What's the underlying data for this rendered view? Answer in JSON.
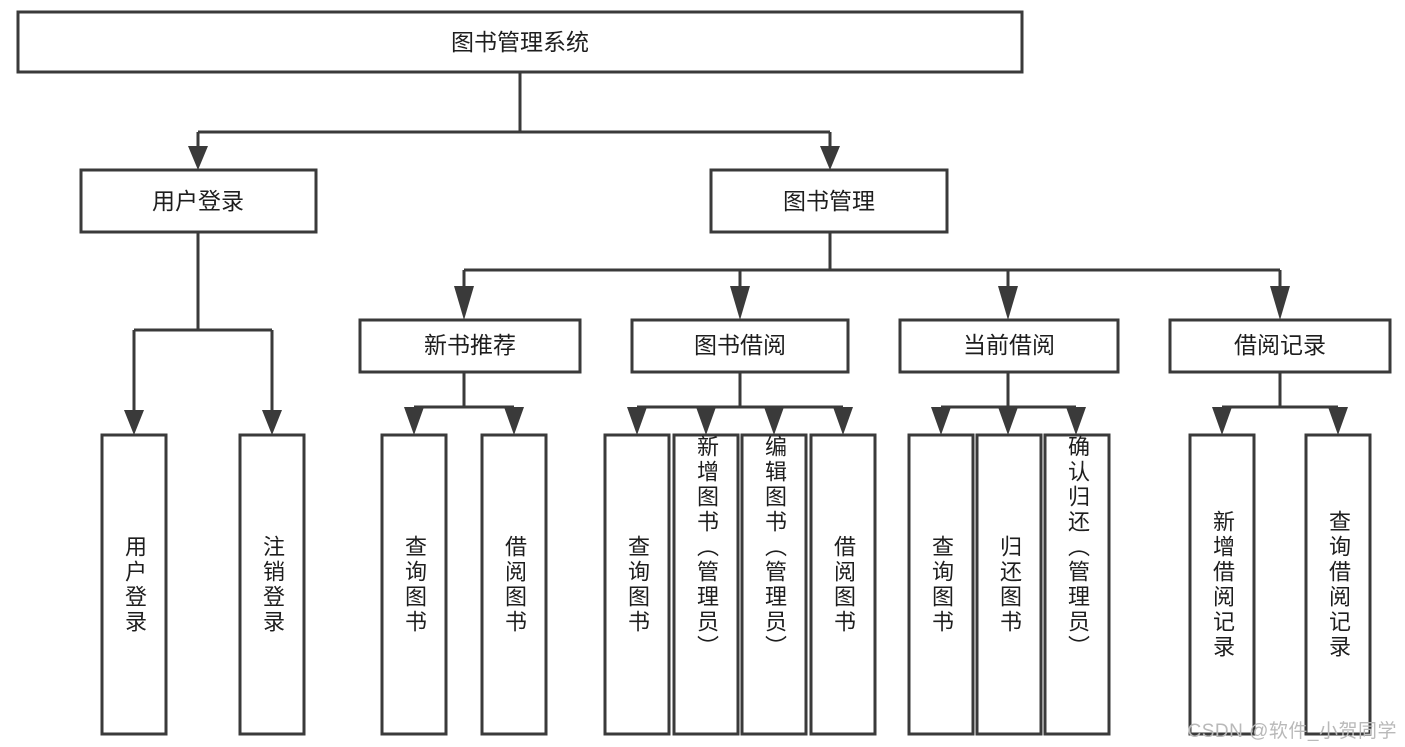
{
  "diagram": {
    "title": "图书管理系统",
    "type": "tree-hierarchy-diagram",
    "watermark": "CSDN @软件_小贺同学",
    "colors": {
      "stroke": "#3a3a3a",
      "fill": "#ffffff",
      "text": "#1e1e1e",
      "watermark": "#b9b9b9"
    },
    "nodes": {
      "root": {
        "label": "图书管理系统",
        "orientation": "horizontal"
      },
      "level2": [
        {
          "id": "user-login",
          "label": "用户登录",
          "orientation": "horizontal"
        },
        {
          "id": "book-manage",
          "label": "图书管理",
          "orientation": "horizontal"
        }
      ],
      "level3": [
        {
          "id": "new-book-recommend",
          "label": "新书推荐",
          "orientation": "horizontal"
        },
        {
          "id": "book-borrow",
          "label": "图书借阅",
          "orientation": "horizontal"
        },
        {
          "id": "current-borrow",
          "label": "当前借阅",
          "orientation": "horizontal"
        },
        {
          "id": "borrow-record",
          "label": "借阅记录",
          "orientation": "horizontal"
        }
      ],
      "leaves": {
        "user-login": [
          {
            "id": "leaf-user-login",
            "label": "用户登录",
            "orientation": "vertical"
          },
          {
            "id": "leaf-logout-login",
            "label": "注销登录",
            "orientation": "vertical"
          }
        ],
        "new-book-recommend": [
          {
            "id": "leaf-query-book-1",
            "label": "查询图书",
            "orientation": "vertical"
          },
          {
            "id": "leaf-borrow-book-1",
            "label": "借阅图书",
            "orientation": "vertical"
          }
        ],
        "book-borrow": [
          {
            "id": "leaf-query-book-2",
            "label": "查询图书",
            "orientation": "vertical"
          },
          {
            "id": "leaf-add-book",
            "label": "新增图书（管理员）",
            "orientation": "vertical"
          },
          {
            "id": "leaf-edit-book",
            "label": "编辑图书（管理员）",
            "orientation": "vertical"
          },
          {
            "id": "leaf-borrow-book-2",
            "label": "借阅图书",
            "orientation": "vertical"
          }
        ],
        "current-borrow": [
          {
            "id": "leaf-query-book-3",
            "label": "查询图书",
            "orientation": "vertical"
          },
          {
            "id": "leaf-return-book",
            "label": "归还图书",
            "orientation": "vertical"
          },
          {
            "id": "leaf-confirm-return",
            "label": "确认归还（管理员）",
            "orientation": "vertical"
          }
        ],
        "borrow-record": [
          {
            "id": "leaf-add-record",
            "label": "新增借阅记录",
            "orientation": "vertical"
          },
          {
            "id": "leaf-query-record",
            "label": "查询借阅记录",
            "orientation": "vertical"
          }
        ]
      }
    }
  }
}
